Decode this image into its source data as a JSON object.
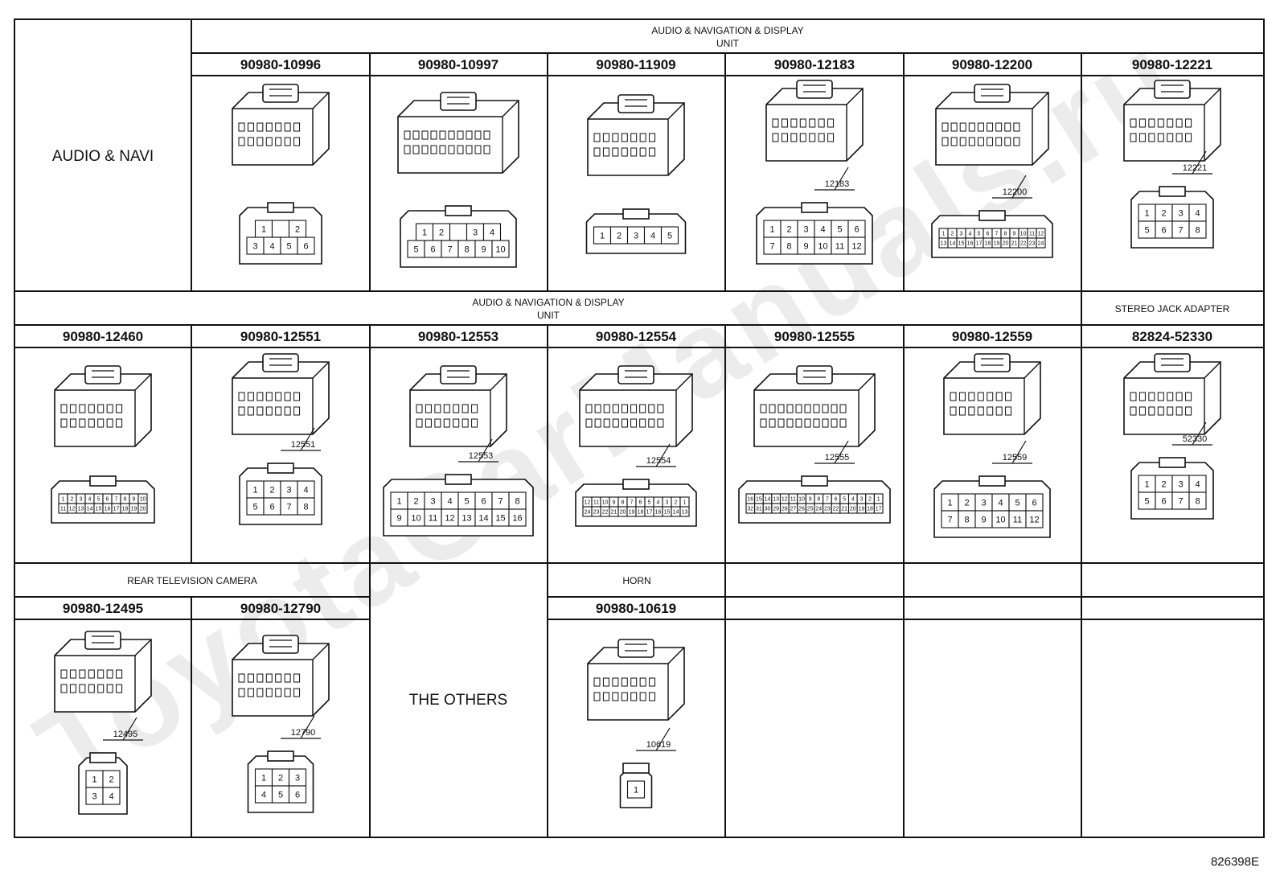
{
  "watermark": "ToyotaCarManuals.ru",
  "figure_code": "826398E",
  "groups": {
    "row1_header": [
      "AUDIO & NAVIGATION & DISPLAY",
      "UNIT"
    ],
    "row1_label": "AUDIO & NAVI",
    "row2_header": [
      "AUDIO & NAVIGATION & DISPLAY",
      "UNIT"
    ],
    "row2_stereo": "STEREO JACK ADAPTER",
    "row3_camera": "REAR TELEVISION CAMERA",
    "row3_others": "THE OTHERS",
    "row3_horn": "HORN"
  },
  "connectors": [
    {
      "id": "c1",
      "part": "90980-10996",
      "tag": "",
      "pins": [
        [
          "1",
          "",
          "2"
        ],
        [
          "3",
          "4",
          "5",
          "6"
        ]
      ]
    },
    {
      "id": "c2",
      "part": "90980-10997",
      "tag": "",
      "pins": [
        [
          "1",
          "2",
          "",
          "3",
          "4"
        ],
        [
          "5",
          "6",
          "7",
          "8",
          "9",
          "10"
        ]
      ]
    },
    {
      "id": "c3",
      "part": "90980-11909",
      "tag": "",
      "pins": [
        [
          "1",
          "2",
          "3",
          "4",
          "5"
        ]
      ]
    },
    {
      "id": "c4",
      "part": "90980-12183",
      "tag": "12183",
      "pins": [
        [
          "1",
          "2",
          "3",
          "4",
          "5",
          "6"
        ],
        [
          "7",
          "8",
          "9",
          "10",
          "11",
          "12"
        ]
      ]
    },
    {
      "id": "c5",
      "part": "90980-12200",
      "tag": "12200",
      "pins": [
        [
          "1",
          "2",
          "3",
          "4",
          "5",
          "6",
          "7",
          "8",
          "9",
          "10",
          "11",
          "12"
        ],
        [
          "13",
          "14",
          "15",
          "16",
          "17",
          "18",
          "19",
          "20",
          "21",
          "22",
          "23",
          "24"
        ]
      ]
    },
    {
      "id": "c6",
      "part": "90980-12221",
      "tag": "12221",
      "pins": [
        [
          "1",
          "2",
          "3",
          "4"
        ],
        [
          "5",
          "6",
          "7",
          "8"
        ]
      ]
    },
    {
      "id": "c7",
      "part": "90980-12460",
      "tag": "",
      "pins": [
        [
          "1",
          "2",
          "3",
          "4",
          "5",
          "6",
          "7",
          "8",
          "9",
          "10"
        ],
        [
          "11",
          "12",
          "13",
          "14",
          "15",
          "16",
          "17",
          "18",
          "19",
          "20"
        ]
      ]
    },
    {
      "id": "c8",
      "part": "90980-12551",
      "tag": "12551",
      "pins": [
        [
          "1",
          "2",
          "3",
          "4"
        ],
        [
          "5",
          "6",
          "7",
          "8"
        ]
      ]
    },
    {
      "id": "c9",
      "part": "90980-12553",
      "tag": "12553",
      "pins": [
        [
          "1",
          "2",
          "3",
          "4",
          "5",
          "6",
          "7",
          "8"
        ],
        [
          "9",
          "10",
          "11",
          "12",
          "13",
          "14",
          "15",
          "16"
        ]
      ]
    },
    {
      "id": "c10",
      "part": "90980-12554",
      "tag": "12554",
      "pins": [
        [
          "12",
          "11",
          "10",
          "9",
          "8",
          "7",
          "6",
          "5",
          "4",
          "3",
          "2",
          "1"
        ],
        [
          "24",
          "23",
          "22",
          "21",
          "20",
          "19",
          "18",
          "17",
          "16",
          "15",
          "14",
          "13"
        ]
      ]
    },
    {
      "id": "c11",
      "part": "90980-12555",
      "tag": "12555",
      "pins": [
        [
          "16",
          "15",
          "14",
          "13",
          "12",
          "11",
          "10",
          "9",
          "8",
          "7",
          "6",
          "5",
          "4",
          "3",
          "2",
          "1"
        ],
        [
          "32",
          "31",
          "30",
          "29",
          "28",
          "27",
          "26",
          "25",
          "24",
          "23",
          "22",
          "21",
          "20",
          "19",
          "18",
          "17"
        ]
      ]
    },
    {
      "id": "c12",
      "part": "90980-12559",
      "tag": "12559",
      "pins": [
        [
          "1",
          "2",
          "3",
          "4",
          "5",
          "6"
        ],
        [
          "7",
          "8",
          "9",
          "10",
          "11",
          "12"
        ]
      ]
    },
    {
      "id": "c13",
      "part": "82824-52330",
      "tag": "52330",
      "pins": [
        [
          "1",
          "2",
          "3",
          "4"
        ],
        [
          "5",
          "6",
          "7",
          "8"
        ]
      ]
    },
    {
      "id": "c14",
      "part": "90980-12495",
      "tag": "12495",
      "pins": [
        [
          "1",
          "2"
        ],
        [
          "3",
          "4"
        ]
      ]
    },
    {
      "id": "c15",
      "part": "90980-12790",
      "tag": "12790",
      "pins": [
        [
          "1",
          "2",
          "3"
        ],
        [
          "4",
          "5",
          "6"
        ]
      ]
    },
    {
      "id": "c16",
      "part": "90980-10619",
      "tag": "10619",
      "pins": [
        [
          "1"
        ]
      ]
    }
  ]
}
